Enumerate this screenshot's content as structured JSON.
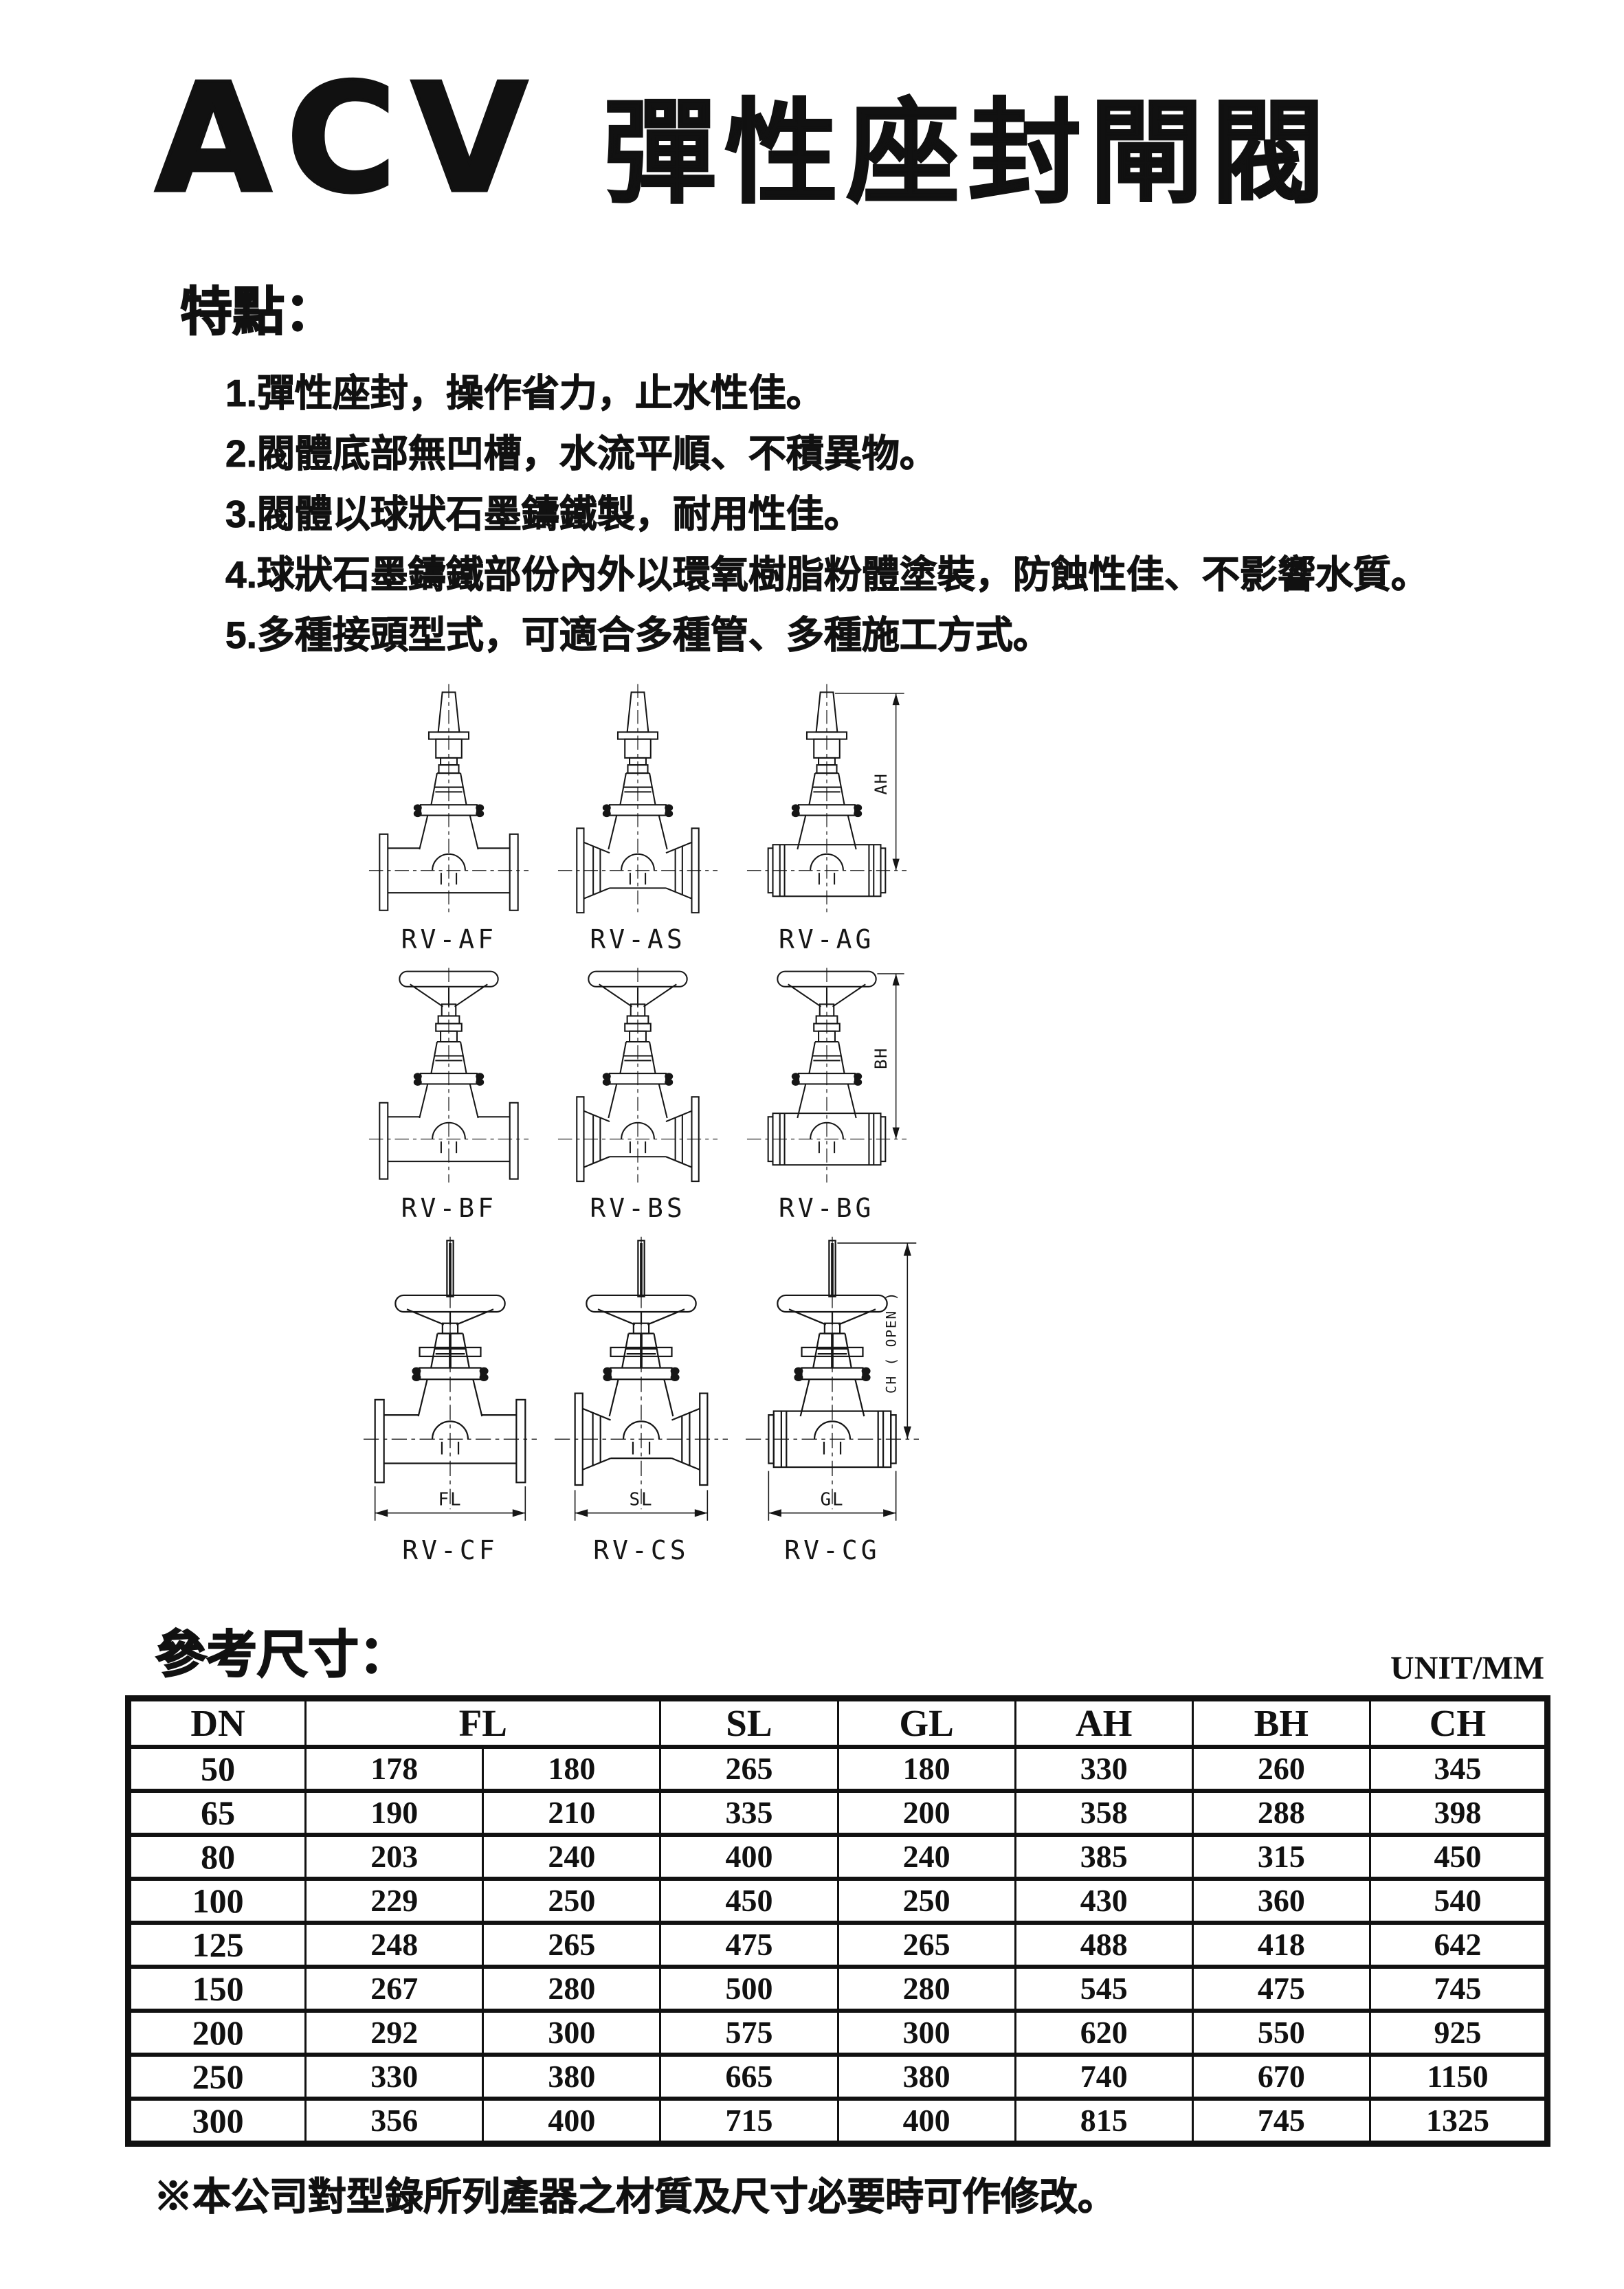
{
  "header": {
    "brand": "ACV",
    "title": "彈性座封閘閥"
  },
  "features": {
    "heading": "特點：",
    "items": [
      "1.彈性座封，操作省力，止水性佳。",
      "2.閥體底部無凹槽，水流平順、不積異物。",
      "3.閥體以球狀石墨鑄鐵製，耐用性佳。",
      "4.球狀石墨鑄鐵部份內外以環氧樹脂粉體塗裝，防蝕性佳、不影響水質。",
      "5.多種接頭型式，可適合多種管、多種施工方式。"
    ]
  },
  "diagrams": {
    "labels": [
      "RV-AF",
      "RV-AS",
      "RV-AG",
      "RV-BF",
      "RV-BS",
      "RV-BG",
      "RV-CF",
      "RV-CS",
      "RV-CG"
    ],
    "dims": {
      "ah": "AH",
      "bh": "BH",
      "ch": "CH ( OPEN )",
      "fl": "FL",
      "sl": "SL",
      "gl": "GL"
    }
  },
  "table": {
    "heading": "參考尺寸：",
    "unit": "UNIT/MM",
    "headers": {
      "dn": "DN",
      "fl": "FL",
      "sl": "SL",
      "gl": "GL",
      "ah": "AH",
      "bh": "BH",
      "ch": "CH"
    },
    "rows": [
      [
        "50",
        "178",
        "180",
        "265",
        "180",
        "330",
        "260",
        "345"
      ],
      [
        "65",
        "190",
        "210",
        "335",
        "200",
        "358",
        "288",
        "398"
      ],
      [
        "80",
        "203",
        "240",
        "400",
        "240",
        "385",
        "315",
        "450"
      ],
      [
        "100",
        "229",
        "250",
        "450",
        "250",
        "430",
        "360",
        "540"
      ],
      [
        "125",
        "248",
        "265",
        "475",
        "265",
        "488",
        "418",
        "642"
      ],
      [
        "150",
        "267",
        "280",
        "500",
        "280",
        "545",
        "475",
        "745"
      ],
      [
        "200",
        "292",
        "300",
        "575",
        "300",
        "620",
        "550",
        "925"
      ],
      [
        "250",
        "330",
        "380",
        "665",
        "380",
        "740",
        "670",
        "1150"
      ],
      [
        "300",
        "356",
        "400",
        "715",
        "400",
        "815",
        "745",
        "1325"
      ]
    ]
  },
  "footnote": "※本公司對型錄所列產器之材質及尺寸必要時可作修改。"
}
